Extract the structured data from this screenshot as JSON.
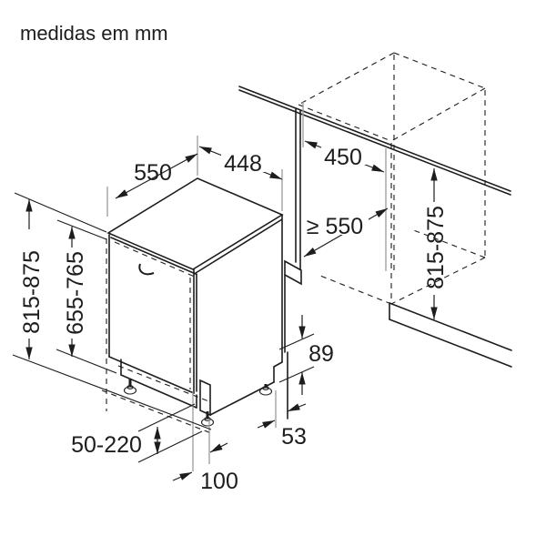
{
  "page": {
    "title": "medidas em mm",
    "units": "mm"
  },
  "colors": {
    "background": "#ffffff",
    "line": "#1d1d1d",
    "extension_line": "#9b9b9b"
  },
  "labels": {
    "top_depth": "550",
    "top_width": "448",
    "niche_width": "450",
    "niche_depth": "≥ 550",
    "height_overall": "815-875",
    "door_height": "655-765",
    "niche_height": "815-875",
    "base_height": "89",
    "side_gap": "53",
    "plinth_range": "50-220",
    "foot_setback": "100"
  }
}
